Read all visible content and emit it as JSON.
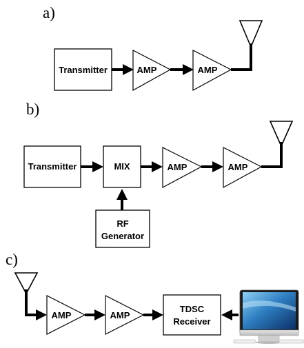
{
  "panels": {
    "a": "a)",
    "b": "b)",
    "c": "c)"
  },
  "labels": {
    "transmitter": "Transmitter",
    "amp": "AMP",
    "mix": "MIX",
    "rf_line1": "RF",
    "rf_line2": "Generator",
    "tdsc_line1": "TDSC",
    "tdsc_line2": "Receiver"
  },
  "icons": {
    "antenna": "antenna-icon",
    "computer": "computer-monitor-icon"
  },
  "colors": {
    "line": "#000000",
    "background": "#ffffff"
  }
}
